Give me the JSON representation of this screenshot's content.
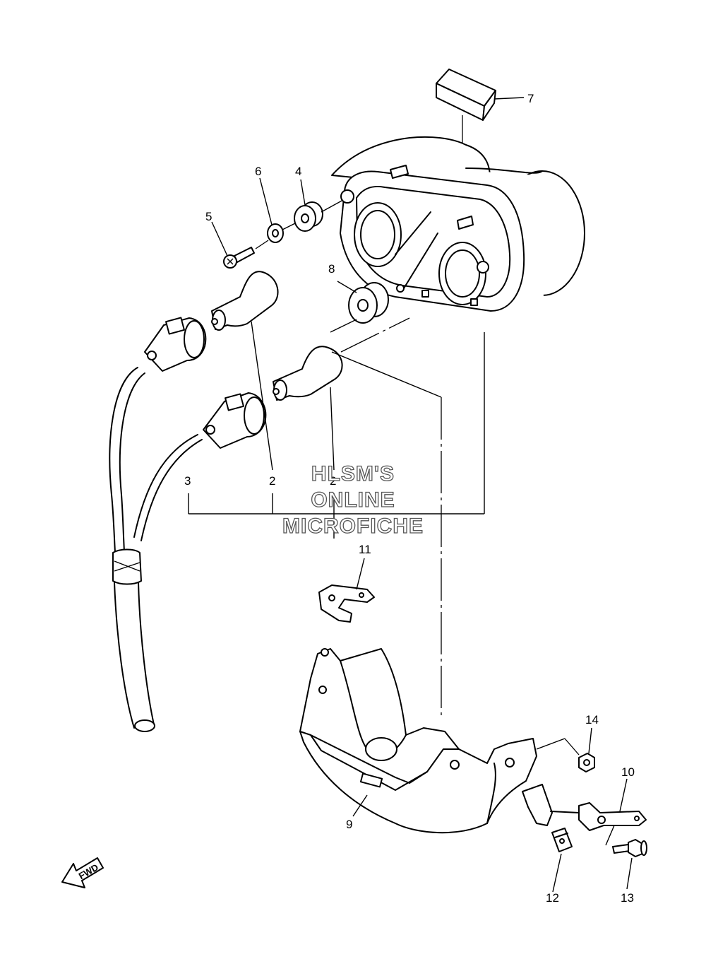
{
  "callouts": [
    {
      "id": "c2a",
      "text": "2"
    },
    {
      "id": "c2b",
      "text": "2"
    },
    {
      "id": "c3",
      "text": "3"
    },
    {
      "id": "c4",
      "text": "4"
    },
    {
      "id": "c5",
      "text": "5"
    },
    {
      "id": "c6",
      "text": "6"
    },
    {
      "id": "c7",
      "text": "7"
    },
    {
      "id": "c8",
      "text": "8"
    },
    {
      "id": "c9",
      "text": "9"
    },
    {
      "id": "c10",
      "text": "10"
    },
    {
      "id": "c11",
      "text": "11"
    },
    {
      "id": "c12",
      "text": "12"
    },
    {
      "id": "c13",
      "text": "13"
    },
    {
      "id": "c14",
      "text": "14"
    }
  ],
  "watermark": {
    "line1": "HLSM'S",
    "line2": "ONLINE",
    "line3": "MICROFICHE"
  },
  "direction_arrow": {
    "label": "FWD",
    "icon": "fwd-arrow-icon"
  }
}
